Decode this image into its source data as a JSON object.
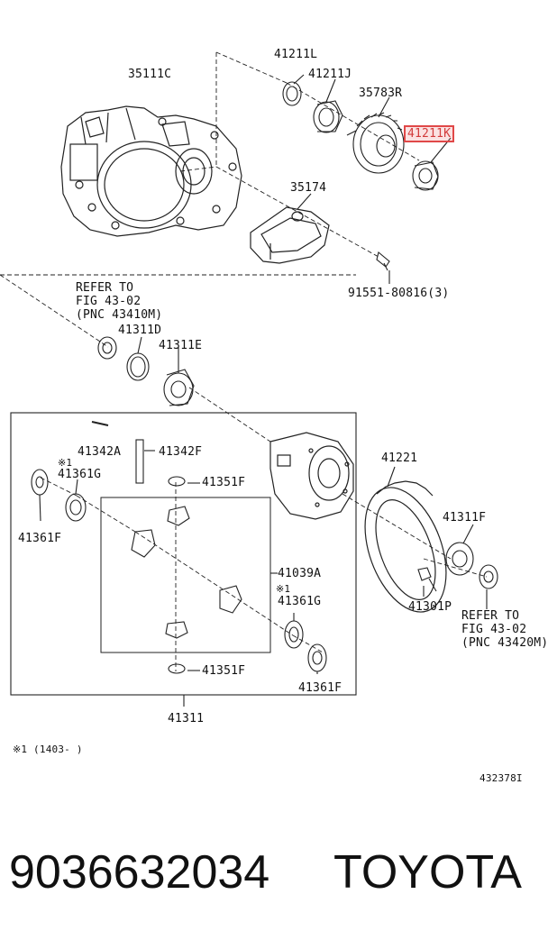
{
  "labels": {
    "p35111C": "35111C",
    "p41211L": "41211L",
    "p41211J": "41211J",
    "p35783R": "35783R",
    "p41211K": "41211K",
    "p35174": "35174",
    "p91551": "91551-80816(3)",
    "refer1_a": "REFER TO",
    "refer1_b": "FIG 43-02",
    "refer1_c": "(PNC 43410M)",
    "p41311D": "41311D",
    "p41311E": "41311E",
    "p41342A": "41342A",
    "p41342F": "41342F",
    "mark1": "※1",
    "p41361G_a": "41361G",
    "p41351F_a": "41351F",
    "p41361F_a": "41361F",
    "p41039A": "41039A",
    "mark2": "※1",
    "p41361G_b": "41361G",
    "p41351F_b": "41351F",
    "p41361F_b": "41361F",
    "p41221": "41221",
    "p41311F": "41311F",
    "p41301P": "41301P",
    "refer2_a": "REFER TO",
    "refer2_b": "FIG 43-02",
    "refer2_c": "(PNC 43420M)",
    "p41311": "41311",
    "note": "※1 (1403-     )",
    "ref_code": "432378I"
  },
  "highlight_color": "#e04848",
  "footer": {
    "part_number": "9036632034",
    "brand": "TOYOTA"
  }
}
